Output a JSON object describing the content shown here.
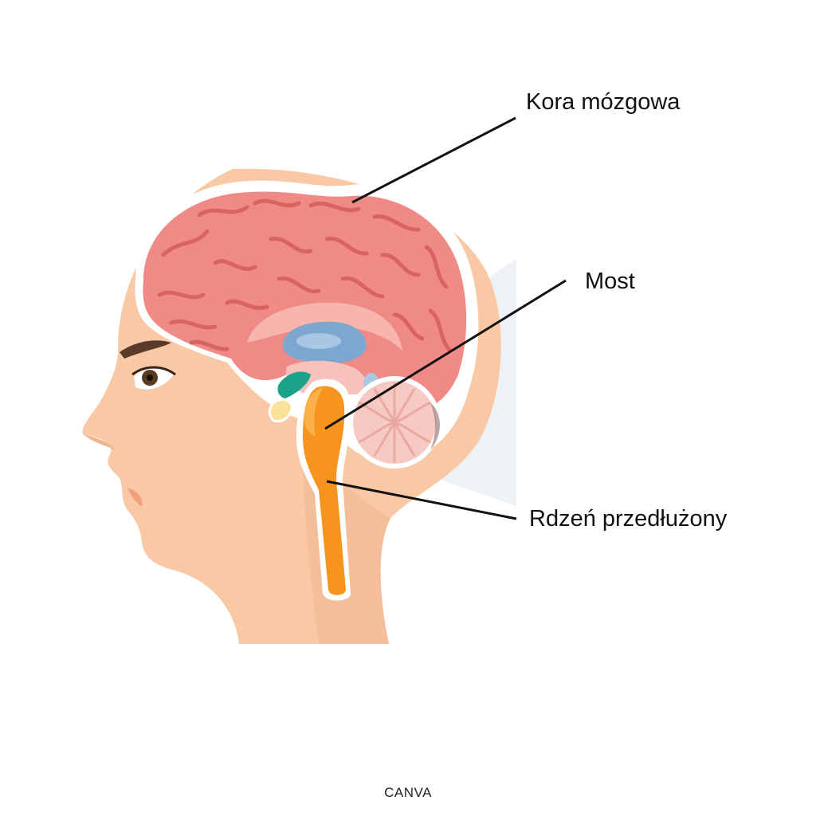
{
  "labels": {
    "cortex": "Kora mózgowa",
    "pons": "Most",
    "medulla": "Rdzeń przedłużony"
  },
  "credit": "CANVA",
  "colors": {
    "skin": "#f9c9a6",
    "skin_shade": "#f3b48f",
    "cortex": "#f08a86",
    "cortex_fold": "#d9645f",
    "ventricle": "#7ea7cf",
    "brainstem": "#f7941d",
    "cerebellum": "#f6c9c3",
    "hypothalamus": "#1aa28a",
    "pituitary": "#fbe29a",
    "highlight_panel": "#e6eef2",
    "leader_line": "#111111"
  },
  "icons": [
    "eye-icon",
    "eyebrow-icon"
  ]
}
